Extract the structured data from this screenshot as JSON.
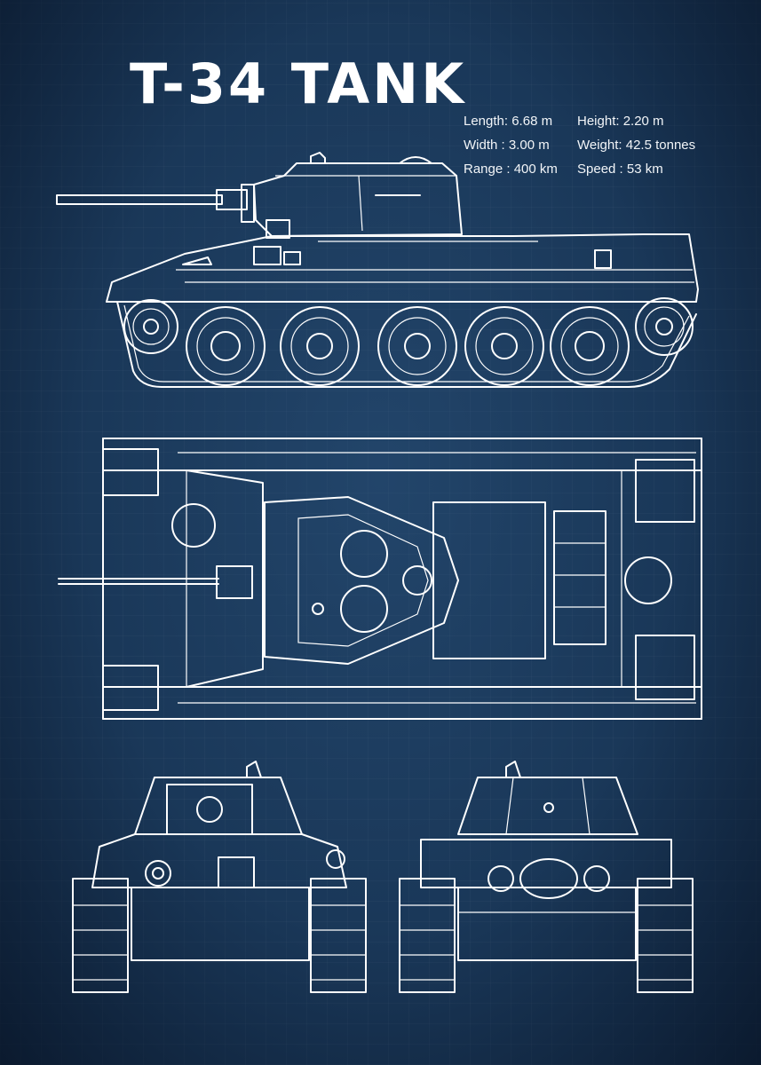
{
  "title": "T-34 TANK",
  "specs": {
    "length": "Length: 6.68 m",
    "height": "Height:   2.20 m",
    "width": "Width : 3.00 m",
    "weight": "Weight: 42.5 tonnes",
    "range": "Range : 400 km",
    "speed": "Speed : 53 km"
  },
  "colors": {
    "background": "#1b3a5c",
    "lines": "#ffffff"
  },
  "icons": {
    "side_view": "tank-side-view",
    "top_view": "tank-top-view",
    "front_view": "tank-front-view",
    "rear_view": "tank-rear-view"
  }
}
